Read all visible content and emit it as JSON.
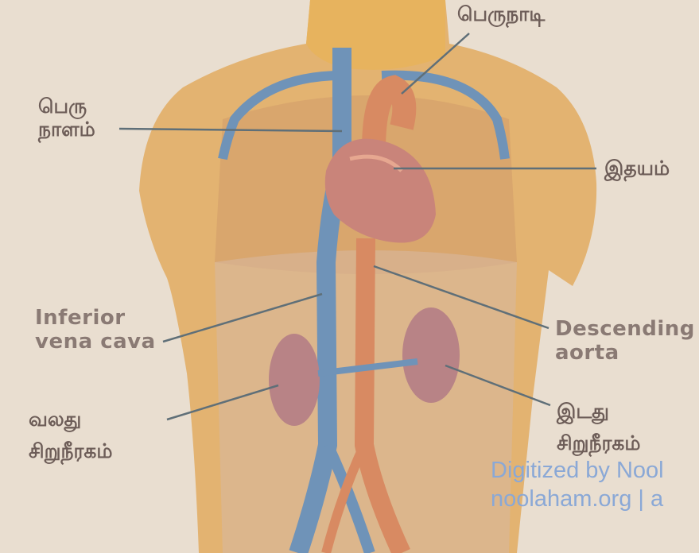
{
  "labels": {
    "aorta": "பெருநாடி",
    "vena_cava": [
      "பெரு",
      "நாளம்"
    ],
    "heart": "இதயம்",
    "inferior_vena_cava": [
      "Inferior",
      "vena cava"
    ],
    "descending_aorta": [
      "Descending",
      "aorta"
    ],
    "right_kidney": [
      "வலது",
      "சிறுநீரகம்"
    ],
    "left_kidney": [
      "இடது",
      "சிறுநீரகம்"
    ]
  },
  "watermark": [
    "Digitized by Nool",
    "noolaham.org | a"
  ],
  "colors": {
    "paper": "#e9ded0",
    "skin": "#e7b76f",
    "vein": "#6f93b8",
    "artery": "#d88a62",
    "organ": "#c9847a",
    "leader_line": "#5f6f78"
  }
}
